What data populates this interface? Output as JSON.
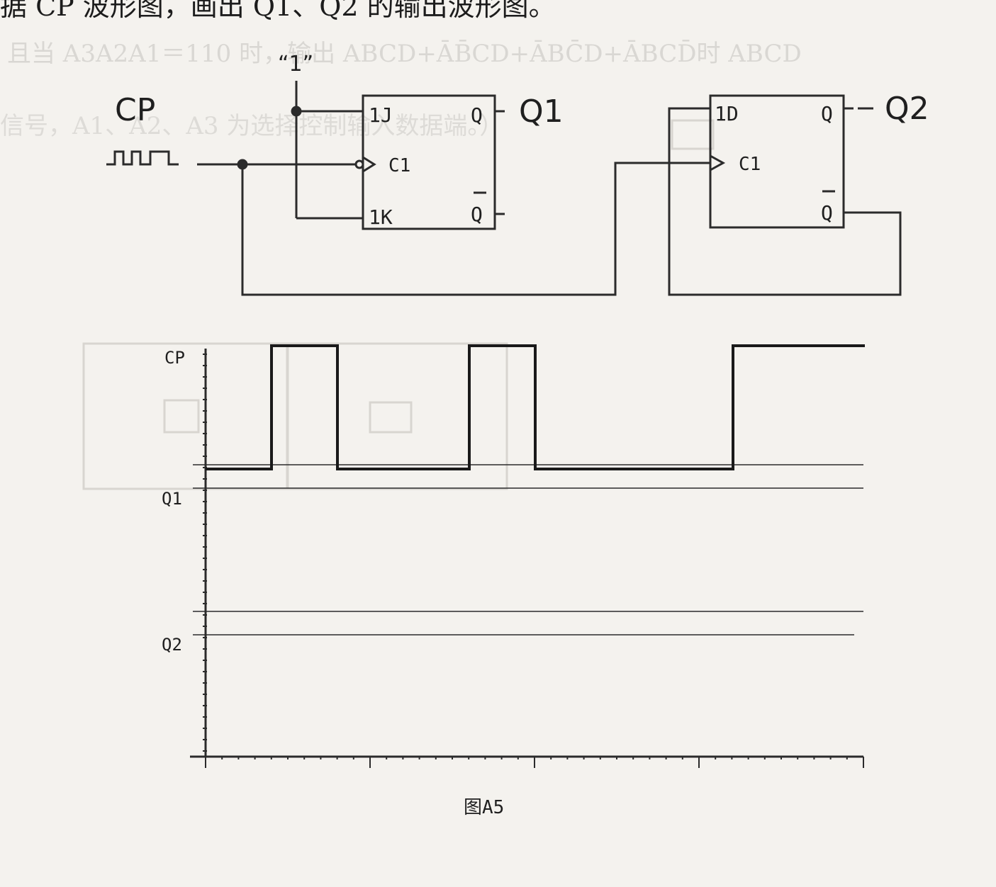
{
  "header_text": "据 CP 波形图，画出 Q1、Q2 的输出波形图。",
  "ghost_lines": [
    "且当 A3A2A1＝110 时，输出 ABCD+ĀB̄CD+ĀBC̄D+ĀBCD̄时 ABCD",
    "信号，A1、A2、A3 为选择控制输入数据端。）"
  ],
  "circuit": {
    "cp_label": "CP",
    "one_label": "“1”",
    "ff1": {
      "pin_j": "1J",
      "pin_clk": "C1",
      "pin_k": "1K",
      "out_q": "Q",
      "out_qbar": "Q",
      "output_label": "Q1"
    },
    "ff2": {
      "pin_d": "1D",
      "pin_clk": "C1",
      "out_q": "Q",
      "out_qbar": "Q",
      "output_label": "Q2"
    }
  },
  "timing": {
    "rows": [
      {
        "label": "CP"
      },
      {
        "label": "Q1"
      },
      {
        "label": "Q2"
      }
    ],
    "cp_waveform": [
      {
        "t": 0.0,
        "level": 0
      },
      {
        "t": 1.0,
        "level": 1
      },
      {
        "t": 2.0,
        "level": 0
      },
      {
        "t": 4.0,
        "level": 1
      },
      {
        "t": 5.0,
        "level": 0
      },
      {
        "t": 8.0,
        "level": 1
      },
      {
        "t": 10.0,
        "level": 1
      }
    ]
  },
  "caption": "图A5"
}
